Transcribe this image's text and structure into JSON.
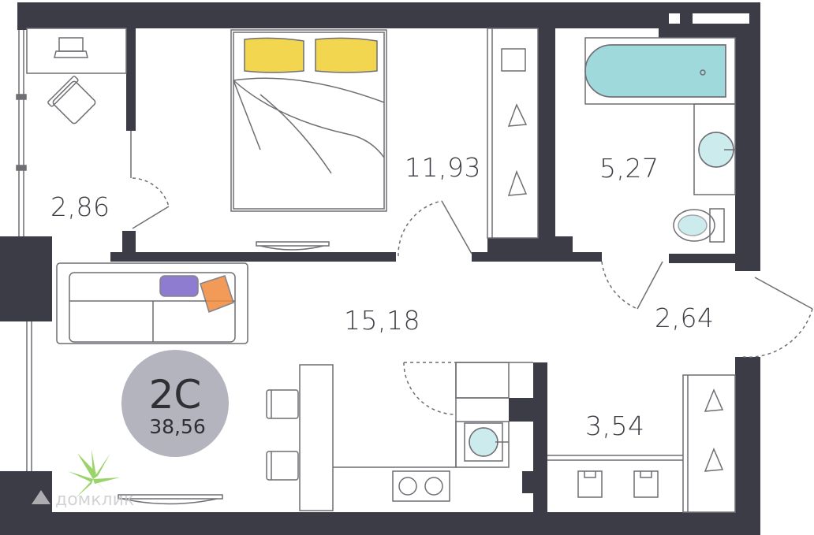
{
  "apartment": {
    "type_badge": "2С",
    "total_area": "38,56"
  },
  "rooms": [
    {
      "id": "loggia",
      "area": "2,86"
    },
    {
      "id": "bedroom",
      "area": "11,93"
    },
    {
      "id": "bathroom",
      "area": "5,27"
    },
    {
      "id": "living-kitchen",
      "area": "15,18"
    },
    {
      "id": "hallway",
      "area": "2,64"
    },
    {
      "id": "wardrobe",
      "area": "3,54"
    }
  ],
  "watermark": {
    "text": "домклик"
  },
  "colors": {
    "wall": "#3c3c46",
    "furniture_line": "#6e6e74",
    "badge": "#b4b4bf",
    "pillow": "#f2d23c",
    "bathtub": "#8fd3d6",
    "cushion_purple": "#7b66c8",
    "cushion_orange": "#f08a3c",
    "plant": "#8fcf5a"
  },
  "icons": [
    "laptop-icon",
    "chair-icon",
    "bed-icon",
    "tv-icon",
    "shelf-icon",
    "hanger-icon",
    "bathtub-icon",
    "sink-icon",
    "toilet-icon",
    "sofa-icon",
    "bar-stool-icon",
    "plant-icon",
    "stove-icon",
    "washer-icon"
  ]
}
